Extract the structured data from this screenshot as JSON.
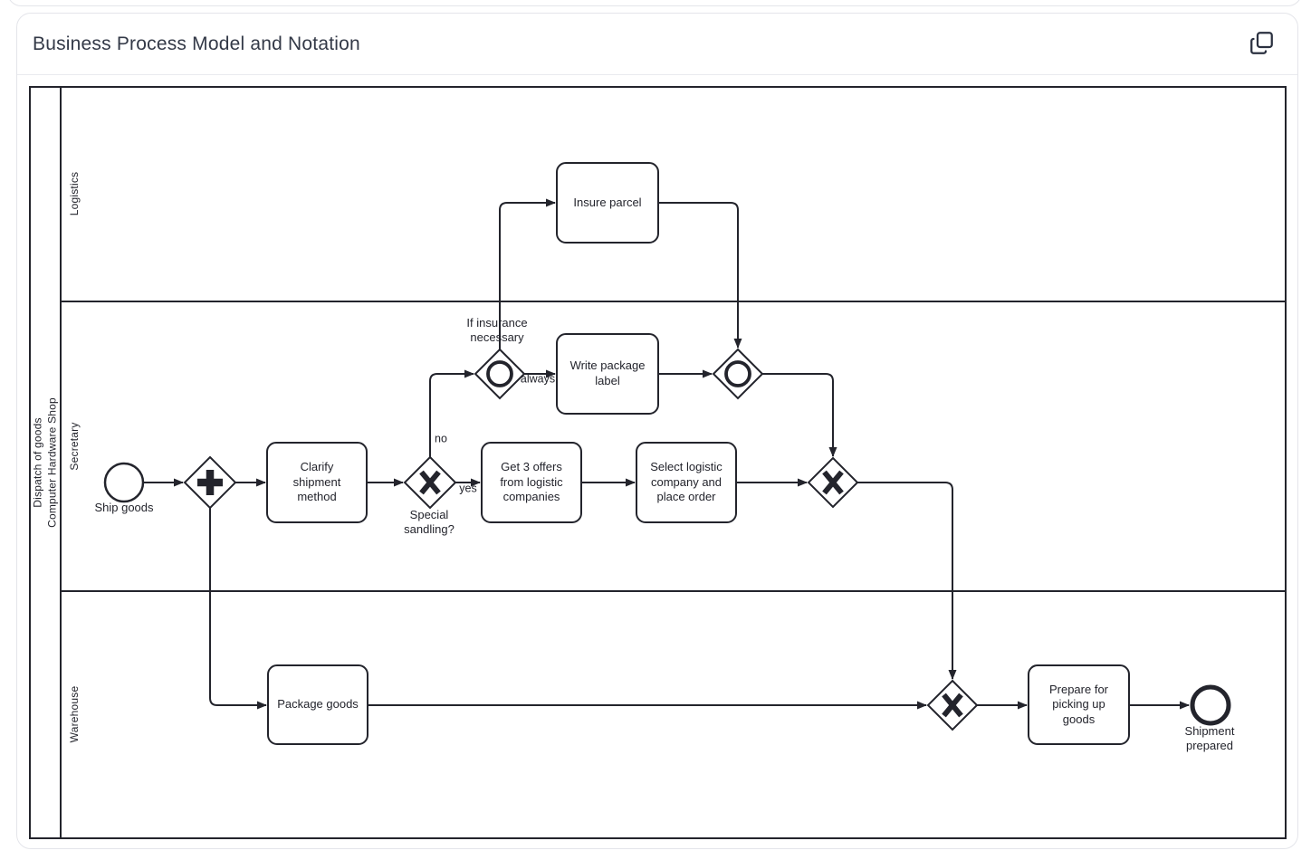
{
  "header": {
    "title": "Business Process Model and Notation"
  },
  "icons": {
    "copy": "copy-icon"
  },
  "colors": {
    "diagram_stroke": "#23242c",
    "card_border": "#e4e5ea",
    "header_divider": "#e9eaee",
    "background": "#ffffff"
  },
  "diagram": {
    "pool": {
      "label_line1": "Dispatch of goods",
      "label_line2": "Computer Hardware Shop"
    },
    "lanes": [
      {
        "label": "Logistics"
      },
      {
        "label": "Secretary"
      },
      {
        "label": "Warehouse"
      }
    ],
    "events": {
      "start": {
        "label": "Ship goods"
      },
      "end": {
        "label": "Shipment prepared"
      }
    },
    "tasks": {
      "insure": {
        "label": "Insure parcel"
      },
      "write": {
        "label": "Write package label"
      },
      "clarify": {
        "label": "Clarify shipment method"
      },
      "offers": {
        "label": "Get 3 offers from logistic companies"
      },
      "select": {
        "label": "Select logistic company and place order"
      },
      "package": {
        "label": "Package goods"
      },
      "prepare": {
        "label": "Prepare for picking up goods"
      }
    },
    "gateways": {
      "special": {
        "question": "Special sandling?",
        "yes": "yes",
        "no": "no"
      },
      "insurance": {
        "condition": "If insurance necessary",
        "always": "always"
      }
    }
  }
}
